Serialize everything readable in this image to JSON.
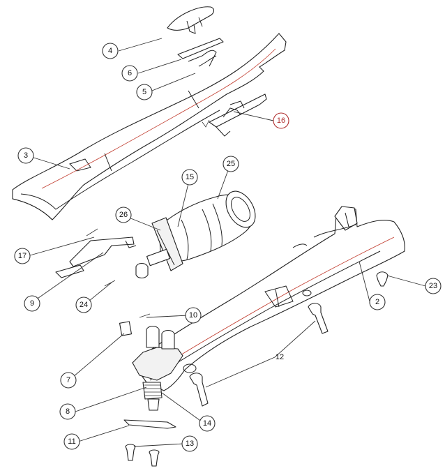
{
  "callouts": {
    "c2": "2",
    "c3": "3",
    "c4": "4",
    "c5": "5",
    "c6": "6",
    "c7": "7",
    "c8": "8",
    "c9": "9",
    "c10": "10",
    "c11": "11",
    "c12": "12",
    "c13": "13",
    "c14": "14",
    "c15": "15",
    "c16": "16",
    "c17": "17",
    "c23": "23",
    "c24": "24",
    "c25": "25",
    "c26": "26"
  },
  "colors": {
    "line": "#222222",
    "accent_line": "#c0392b",
    "callout_16": "#b03030"
  }
}
